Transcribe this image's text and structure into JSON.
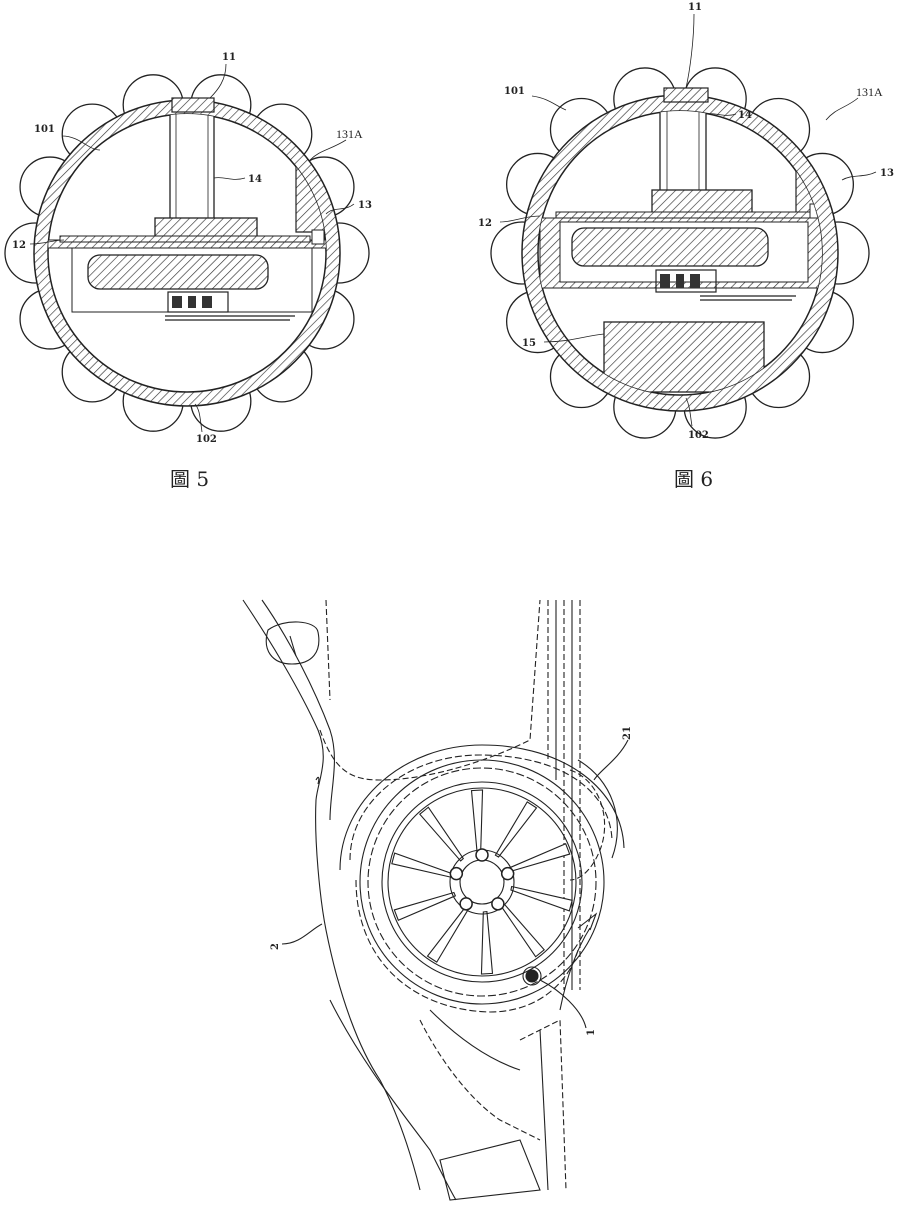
{
  "figure5": {
    "caption": "圖 5",
    "labels": {
      "l11": "11",
      "l101": "101",
      "l131a": "131A",
      "l14": "14",
      "l13": "13",
      "l12": "12",
      "l102": "102"
    }
  },
  "figure6": {
    "caption": "圖 6",
    "labels": {
      "l11": "11",
      "l101": "101",
      "l131a": "131A",
      "l14": "14",
      "l13": "13",
      "l12": "12",
      "l15": "15",
      "l102": "102"
    }
  },
  "figure7": {
    "labels": {
      "l21": "21",
      "l2": "2",
      "l1": "1"
    }
  }
}
